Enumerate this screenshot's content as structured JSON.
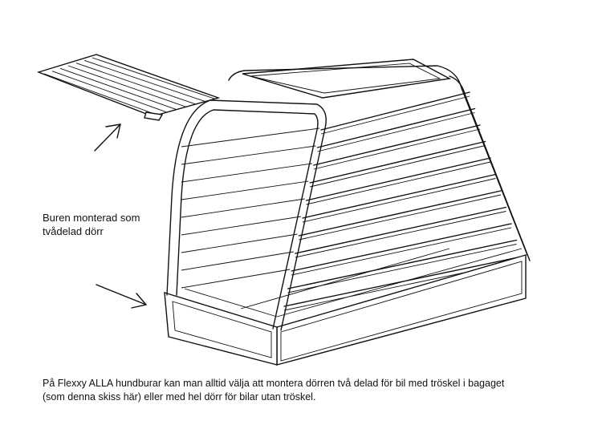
{
  "annotation": {
    "line1": "Buren monterad som",
    "line2": "tvådelad dörr"
  },
  "caption": {
    "line1": "På Flexxy ALLA hundburar kan man alltid välja att montera dörren två delad för bil med tröskel i bagaget",
    "line2": "(som denna skiss här) eller med hel dörr för bilar utan tröskel."
  }
}
